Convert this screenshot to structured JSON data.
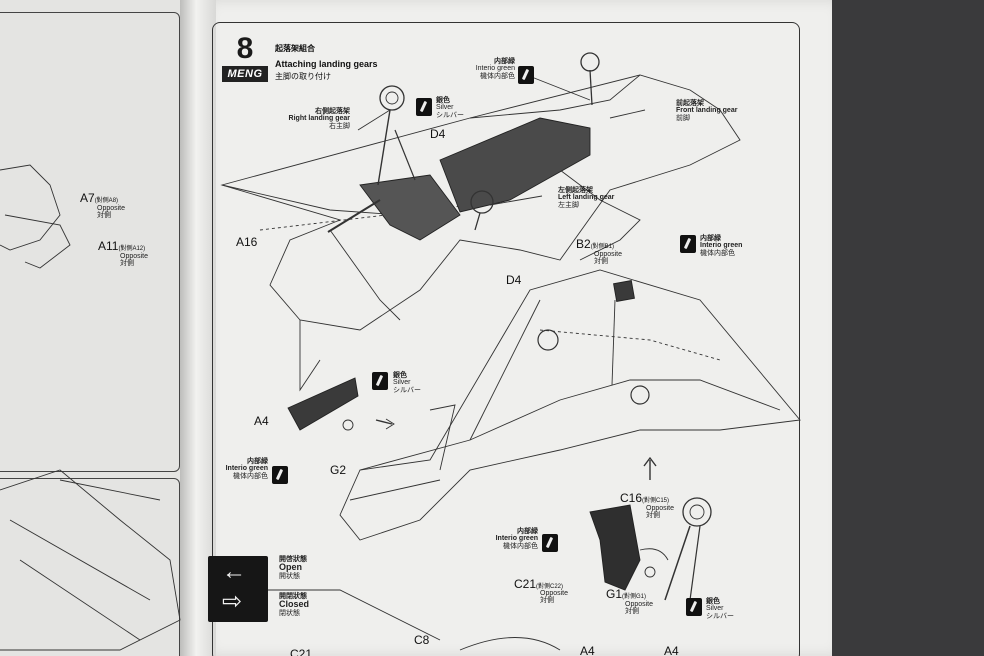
{
  "step": {
    "number": "8",
    "brand": "MENG"
  },
  "title": {
    "jp": "起落架組合",
    "en": "Attaching landing gears",
    "jp2": "主脚の取り付け"
  },
  "paints": {
    "interior_top": {
      "cn": "内部緑",
      "en": "Interio green",
      "jp": "機体内部色"
    },
    "silver_top": {
      "cn": "銀色",
      "en": "Silver",
      "jp": "シルバー"
    },
    "interior_b2": {
      "cn": "内部緑",
      "en": "Interio green",
      "jp": "機体内部色"
    },
    "silver_g2": {
      "cn": "銀色",
      "en": "Silver",
      "jp": "シルバー"
    },
    "interior_a4": {
      "cn": "内部緑",
      "en": "Interio green",
      "jp": "機体内部色"
    },
    "interior_c21": {
      "cn": "内部緑",
      "en": "Interio green",
      "jp": "機体内部色"
    },
    "silver_bottom": {
      "cn": "銀色",
      "en": "Silver",
      "jp": "シルバー"
    }
  },
  "gears": {
    "right": {
      "cn": "右側起落架",
      "en": "Right landing gear",
      "jp": "右主脚"
    },
    "front": {
      "cn": "前起落架",
      "en": "Front landing gear",
      "jp": "前脚"
    },
    "left": {
      "cn": "左側起落架",
      "en": "Left landing gear",
      "jp": "左主脚"
    }
  },
  "parts": {
    "d4_top": "D4",
    "d4_mid": "D4",
    "a16": "A16",
    "b2": "B2",
    "b2_sub": "(對側B1)",
    "a4": "A4",
    "g2": "G2",
    "c16": "C16",
    "c16_sub": "(對側C15)",
    "c21": "C21",
    "c21_sub": "(對側C22)",
    "g1": "G1",
    "g1_sub": "(對側G1)",
    "c8": "C8",
    "a4_bottom_1": "A4",
    "a4_bottom_2": "A4",
    "c21_bottom": "C21",
    "opposite_en": "Opposite",
    "opposite_cn": "対側"
  },
  "left_page": {
    "a7": "A7",
    "a7_sub": "(對側A8)",
    "a11": "A11",
    "a11_sub": "(對側A12)",
    "opposite_en": "Opposite",
    "opposite_cn": "対側"
  },
  "legend": {
    "open": {
      "cn": "開啓狀態",
      "en": "Open",
      "jp": "開状態"
    },
    "closed": {
      "cn": "開閉狀態",
      "en": "Closed",
      "jp": "閉状態"
    }
  },
  "colors": {
    "paper": "#efefed",
    "ink": "#1a1a1a",
    "background": "#3a3a3c",
    "fill_dark": "#444444"
  }
}
